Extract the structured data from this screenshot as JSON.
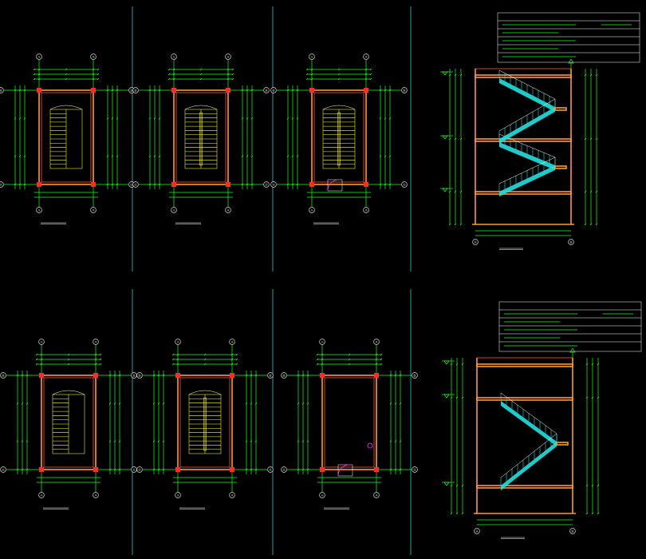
{
  "title": "",
  "colors": {
    "background": "#000000",
    "dimension": "#19ff19",
    "wall": "#ff9a2e",
    "column": "#ff2a2a",
    "stair": "#ffff30",
    "railing": "#22e0e0",
    "opening": "#ff33ff",
    "text": "#ffffff",
    "divider": "#2ec8c8"
  },
  "plans_top": [
    {
      "id": "p1",
      "grid_top": [
        "①",
        "②"
      ],
      "grid_side": [
        "Ⓐ",
        "Ⓑ"
      ],
      "stair": "first"
    },
    {
      "id": "p2",
      "grid_top": [
        "①",
        "②"
      ],
      "grid_side": [
        "Ⓐ",
        "Ⓑ"
      ],
      "stair": "middle"
    },
    {
      "id": "p3",
      "grid_top": [
        "①",
        "②"
      ],
      "grid_side": [
        "Ⓐ",
        "Ⓑ"
      ],
      "stair": "top"
    }
  ],
  "plans_bottom": [
    {
      "id": "p4",
      "grid_top": [
        "①",
        "②"
      ],
      "grid_side": [
        "Ⓐ",
        "Ⓑ"
      ],
      "stair": "first"
    },
    {
      "id": "p5",
      "grid_top": [
        "①",
        "②"
      ],
      "grid_side": [
        "Ⓐ",
        "Ⓑ"
      ],
      "stair": "middle"
    },
    {
      "id": "p6",
      "grid_top": [
        "①",
        "②"
      ],
      "grid_side": [
        "Ⓐ",
        "Ⓑ"
      ],
      "stair": "roof"
    }
  ],
  "sections": [
    {
      "id": "s1",
      "flights": 2
    },
    {
      "id": "s2",
      "flights": 1
    }
  ],
  "icons": [
    "grid-bubble-icon",
    "north-arrow-icon",
    "elevation-marker-icon"
  ]
}
